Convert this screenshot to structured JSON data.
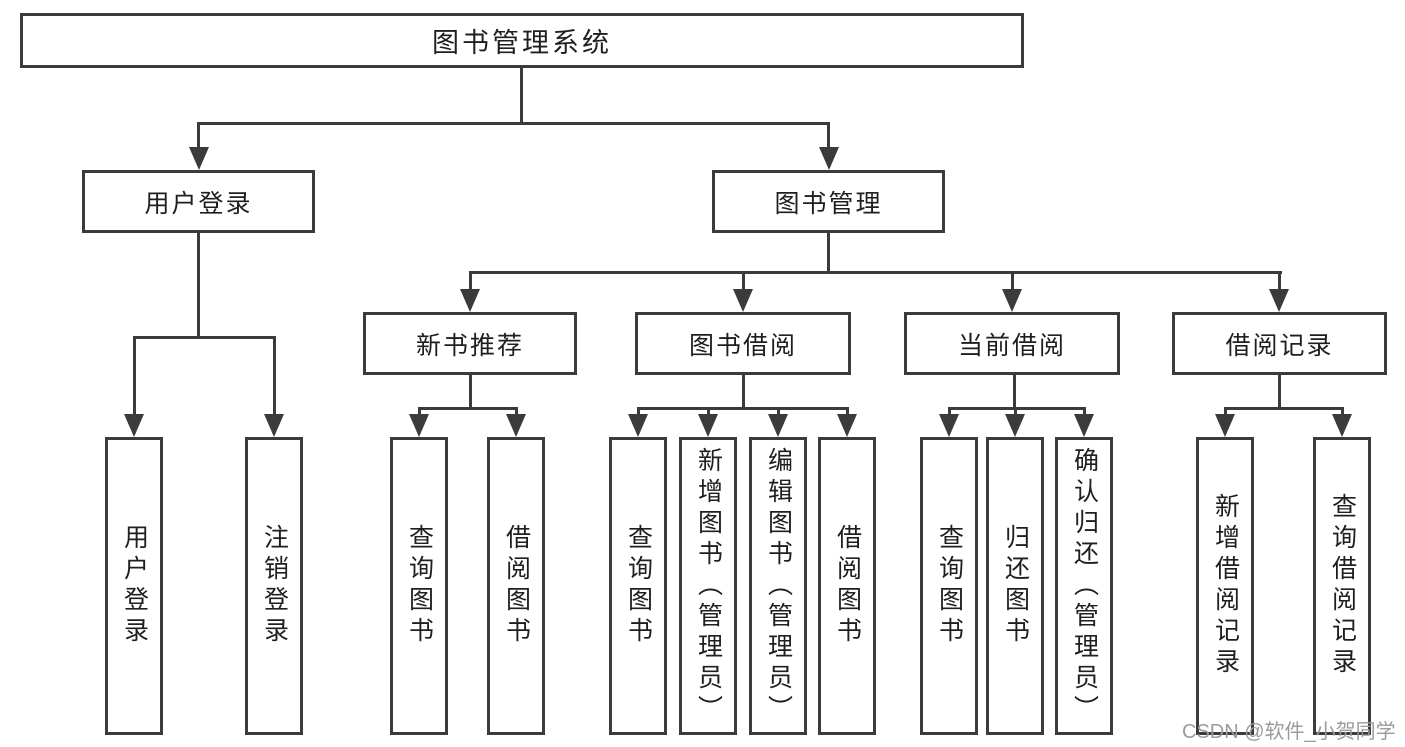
{
  "diagram": {
    "root": {
      "label": "图书管理系统"
    },
    "level2": [
      {
        "label": "用户登录"
      },
      {
        "label": "图书管理"
      }
    ],
    "level3": [
      {
        "label": "新书推荐"
      },
      {
        "label": "图书借阅"
      },
      {
        "label": "当前借阅"
      },
      {
        "label": "借阅记录"
      }
    ],
    "leaves": {
      "user_login": [
        "用户登录",
        "注销登录"
      ],
      "new_book": [
        "查询图书",
        "借阅图书"
      ],
      "book_borrow": [
        "查询图书",
        "新增图书（管理员）",
        "编辑图书（管理员）",
        "借阅图书"
      ],
      "current_borrow": [
        "查询图书",
        "归还图书",
        "确认归还（管理员）"
      ],
      "borrow_records": [
        "新增借阅记录",
        "查询借阅记录"
      ]
    }
  },
  "watermark": {
    "text": "CSDN @软件_小贺同学"
  },
  "colors": {
    "line": "#3b3b3b",
    "box_border": "#3b3b3b",
    "text": "#1f1f1f",
    "watermark": "#9b9b9b",
    "background": "#ffffff"
  }
}
